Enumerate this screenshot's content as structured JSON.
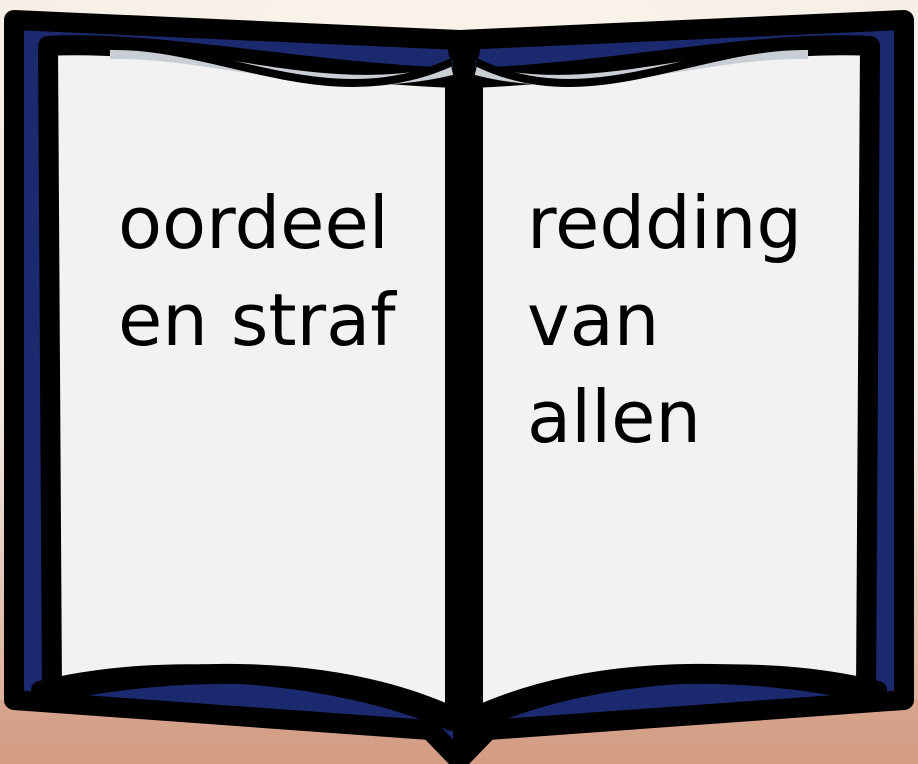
{
  "book": {
    "left_page": {
      "lines": [
        "oordeel",
        "en straf"
      ]
    },
    "right_page": {
      "lines": [
        "redding",
        "van",
        "allen"
      ]
    }
  },
  "colors": {
    "cover": "#1b2a6e",
    "outline": "#000000",
    "page": "#f2f2f2",
    "page_edge": "#c9cdd4",
    "background_glow": "#f6ecd8",
    "background_warm": "#e0b59a"
  },
  "icons": [
    "open-book-icon"
  ]
}
